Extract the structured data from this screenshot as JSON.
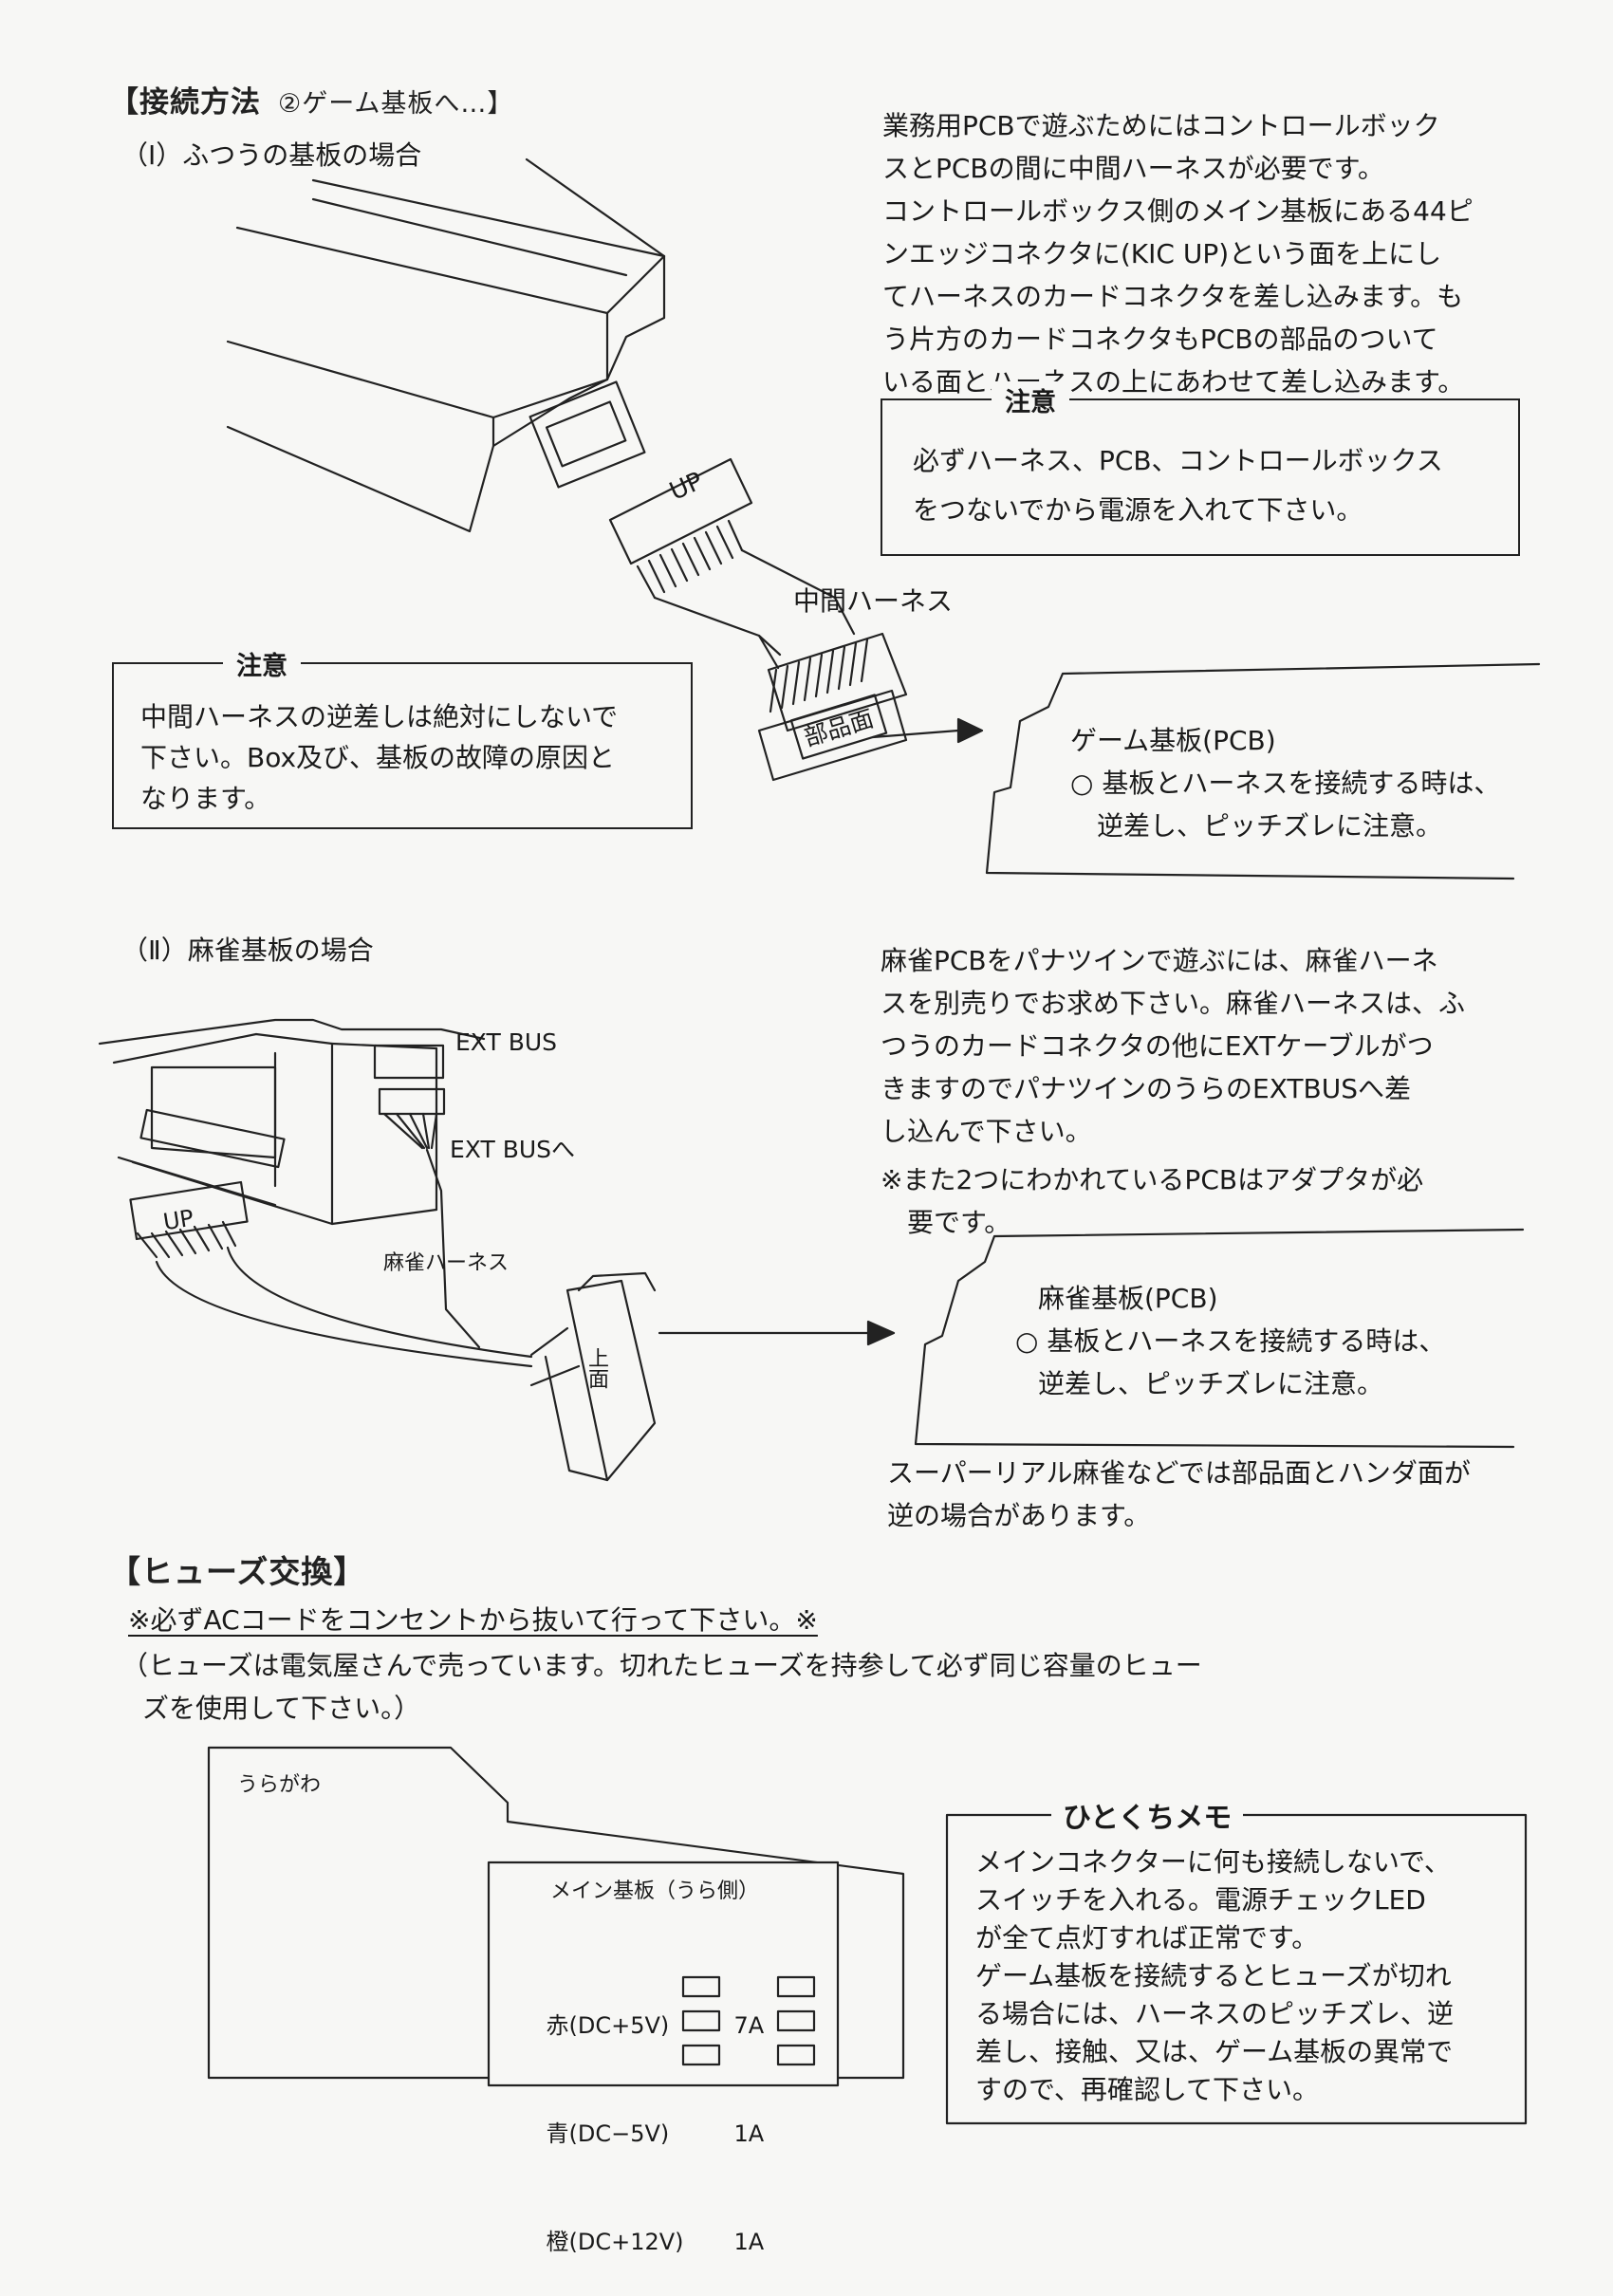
{
  "connection": {
    "title": "【接続方法",
    "title_suffix": "②ゲーム基板へ…】",
    "case1": {
      "heading": "（Ⅰ）ふつうの基板の場合",
      "paragraph": [
        "業務用PCBで遊ぶためにはコントロールボック",
        "スとPCBの間に中間ハーネスが必要です。",
        "コントロールボックス側のメイン基板にある44ピ",
        "ンエッジコネクタに(KIC UP)という面を上にし",
        "てハーネスのカードコネクタを差し込みます。も",
        "う片方のカードコネクタもPCBの部品のついて",
        "いる面とハーネスの上にあわせて差し込みます。"
      ],
      "note_right": {
        "title": "注意",
        "lines": [
          "必ずハーネス、PCB、コントロールボックス",
          "をつないでから電源を入れて下さい。"
        ]
      },
      "note_left": {
        "title": "注意",
        "lines": [
          "中間ハーネスの逆差しは絶対にしないで",
          "下さい。Box及び、基板の故障の原因と",
          "なります。"
        ]
      },
      "diagram_labels": {
        "up": "UP",
        "harness": "中間ハーネス",
        "parts_side": "部品面"
      },
      "pcb_card": {
        "title": "ゲーム基板(PCB)",
        "lines": [
          "○ 基板とハーネスを接続する時は、",
          "逆差し、ピッチズレに注意。"
        ]
      }
    },
    "case2": {
      "heading": "（Ⅱ）麻雀基板の場合",
      "paragraph": [
        "麻雀PCBをパナツインで遊ぶには、麻雀ハーネ",
        "スを別売りでお求め下さい。麻雀ハーネスは、ふ",
        "つうのカードコネクタの他にEXTケーブルがつ",
        "きますのでパナツインのうらのEXTBUSへ差",
        "し込んで下さい。"
      ],
      "note": [
        "※また2つにわかれているPCBはアダプタが必",
        "要です。"
      ],
      "diagram_labels": {
        "ext_bus": "EXT BUS",
        "ext_bus_to": "EXT BUSへ",
        "up": "UP",
        "harness": "麻雀ハーネス",
        "top_side": "上面"
      },
      "pcb_card": {
        "title": "麻雀基板(PCB)",
        "lines": [
          "○ 基板とハーネスを接続する時は、",
          "逆差し、ピッチズレに注意。"
        ]
      },
      "footnote": [
        "スーパーリアル麻雀などでは部品面とハンダ面が",
        "逆の場合があります。"
      ]
    }
  },
  "fuse": {
    "title": "【ヒューズ交換】",
    "warning": "※必ずACコードをコンセントから抜いて行って下さい。※",
    "note": [
      "（ヒューズは電気屋さんで売っています。切れたヒューズを持参して必ず同じ容量のヒュー",
      "ズを使用して下さい。）"
    ],
    "diagram": {
      "back_label": "うらがわ",
      "board_label": "メイン基板（うら側）",
      "rows": [
        {
          "label": "赤(DC+5V)",
          "value": "7A"
        },
        {
          "label": "青(DC−5V)",
          "value": "1A"
        },
        {
          "label": "橙(DC+12V)",
          "value": "1A"
        }
      ]
    }
  },
  "memo": {
    "title": "ひとくちメモ",
    "lines": [
      "メインコネクターに何も接続しないで、",
      "スイッチを入れる。電源チェックLED",
      "が全て点灯すれば正常です。",
      "ゲーム基板を接続するとヒューズが切れ",
      "る場合には、ハーネスのピッチズレ、逆",
      "差し、接触、又は、ゲーム基板の異常で",
      "すので、再確認して下さい。"
    ]
  }
}
